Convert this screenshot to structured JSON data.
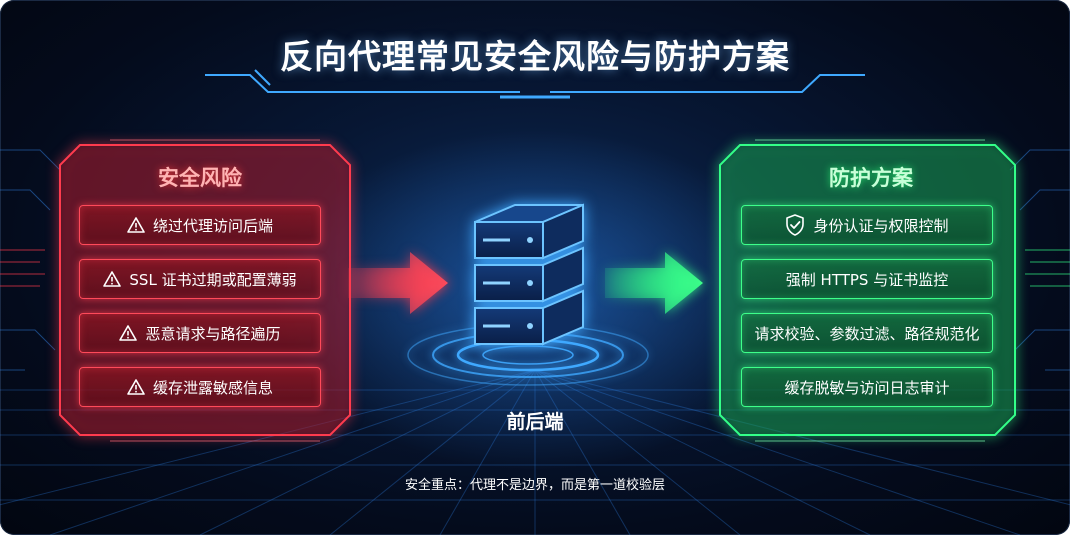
{
  "title": "反向代理常见安全风险与防护方案",
  "risks": {
    "title": "安全风险",
    "items": [
      "绕过代理访问后端",
      "SSL 证书过期或配置薄弱",
      "恶意请求与路径遍历",
      "缓存泄露敏感信息"
    ],
    "icon": "warning-triangle-icon",
    "color": "#ff3b4e"
  },
  "protections": {
    "title": "防护方案",
    "items": [
      "身份认证与权限控制",
      "强制 HTTPS 与证书监控",
      "请求校验、参数过滤、路径规范化",
      "缓存脱敏与访问日志审计"
    ],
    "first_item_icon": "shield-check-icon",
    "color": "#33ff88"
  },
  "server": {
    "label": "前后端",
    "icon": "server-stack-icon",
    "color": "#3fa9ff"
  },
  "footnote": "安全重点：代理不是边界，而是第一道校验层"
}
